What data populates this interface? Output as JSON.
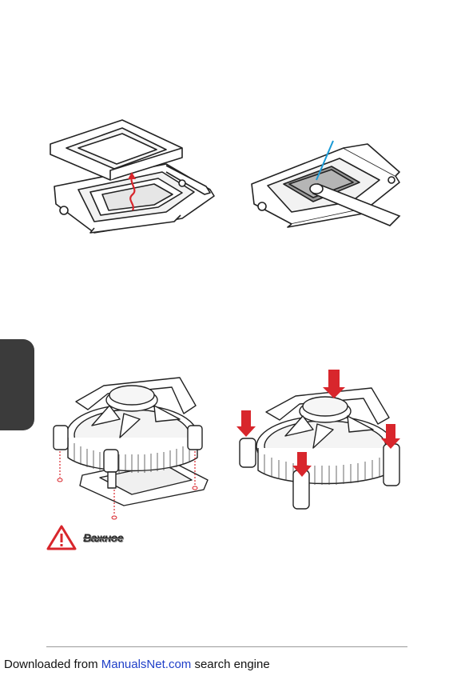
{
  "warning": {
    "label": "Важное",
    "icon": "warning-triangle-icon"
  },
  "footer": {
    "prefix": "Downloaded from ",
    "link_text": "ManualsNet.com",
    "suffix": " search engine"
  },
  "colors": {
    "tab": "#3b3b3b",
    "arrow": "#d8262c",
    "accent_line": "#1a9ad6",
    "warn": "#d8262c"
  }
}
